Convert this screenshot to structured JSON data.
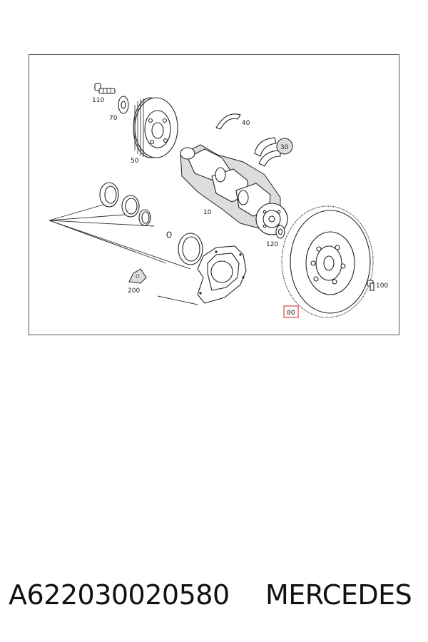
{
  "diagram": {
    "labels": {
      "p110": "110",
      "p70": "70",
      "p50": "50",
      "p40": "40",
      "p30": "30",
      "p10": "10",
      "p120": "120",
      "p200": "200",
      "p100": "100",
      "p80": "80"
    },
    "highlight_color": "#e05050"
  },
  "caption": {
    "part_number": "A622030020580",
    "brand": "MERCEDES"
  }
}
